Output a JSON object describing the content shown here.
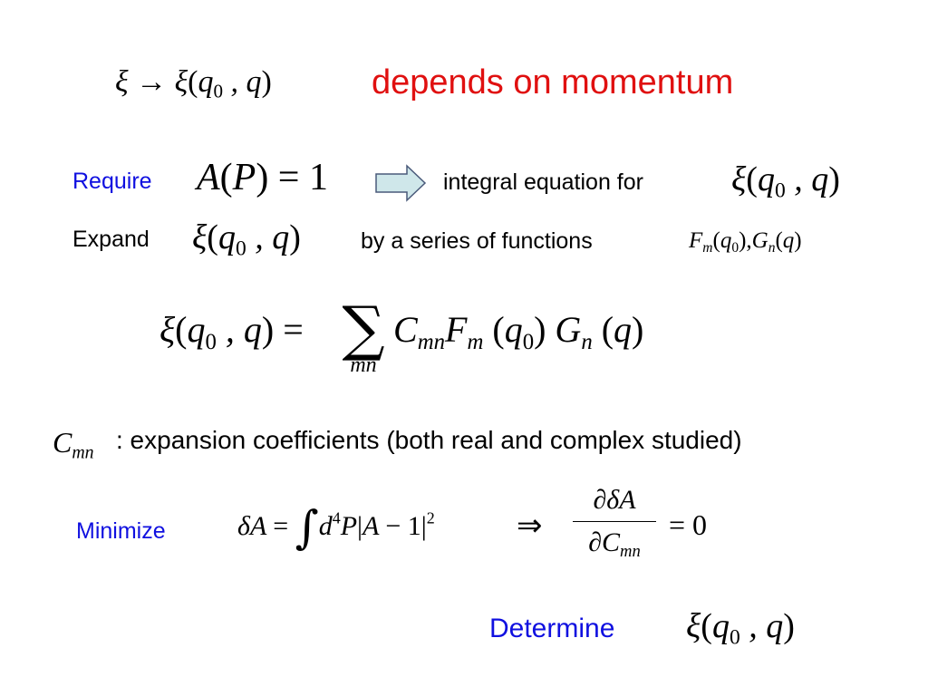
{
  "line1": {
    "text": "depends on momentum"
  },
  "require": {
    "label": "Require",
    "text": "integral equation for"
  },
  "expand": {
    "label": "Expand",
    "text": "by a series of functions"
  },
  "cmn": {
    "text": ": expansion coefficients (both real and complex studied)"
  },
  "minimize": {
    "label": "Minimize"
  },
  "determine": {
    "label": "Determine"
  },
  "colors": {
    "red_text": "#e01010",
    "blue_text": "#1010e0",
    "arrow_fill": "#cfe7ea",
    "arrow_stroke": "#4a5a7a"
  }
}
